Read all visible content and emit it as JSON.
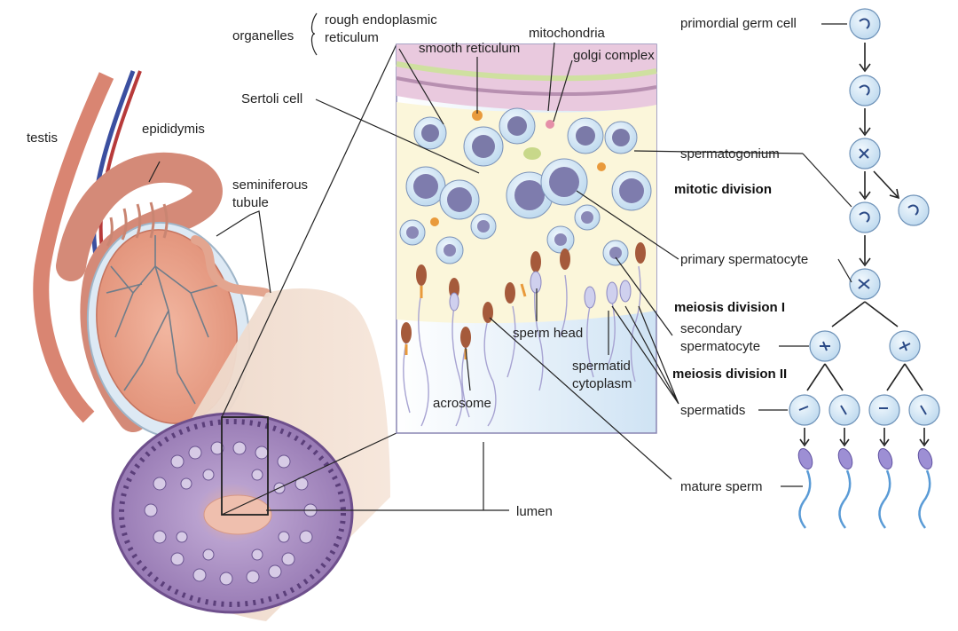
{
  "labels": {
    "testis": "testis",
    "epididymis": "epididymis",
    "seminiferous_1": "seminiferous",
    "seminiferous_2": "tubule",
    "organelles": "organelles",
    "rough_er_1": "rough endoplasmic",
    "rough_er_2": "reticulum",
    "smooth_reticulum": "smooth reticulum",
    "mitochondria": "mitochondria",
    "golgi_complex": "golgi complex",
    "sertoli_cell": "Sertoli cell",
    "sperm_head": "sperm head",
    "spermatid_cytoplasm_1": "spermatid",
    "spermatid_cytoplasm_2": "cytoplasm",
    "acrosome": "acrosome",
    "lumen": "lumen",
    "primordial_germ_cell": "primordial germ cell",
    "spermatogonium": "spermatogonium",
    "mitotic_division": "mitotic division",
    "primary_spermatocyte": "primary spermatocyte",
    "meiosis_division_1": "meiosis division I",
    "secondary_spermatocyte_1": "secondary",
    "secondary_spermatocyte_2": "spermatocyte",
    "meiosis_division_2": "meiosis division II",
    "spermatids": "spermatids",
    "mature_sperm": "mature sperm"
  },
  "colors": {
    "tissue_pink": "#e8a890",
    "tubule_purple": "#a98bc0",
    "cell_blue": "#cfe3f2",
    "nucleus_dark": "#6f6fa0",
    "sperm_blue": "#5a9bd6"
  }
}
